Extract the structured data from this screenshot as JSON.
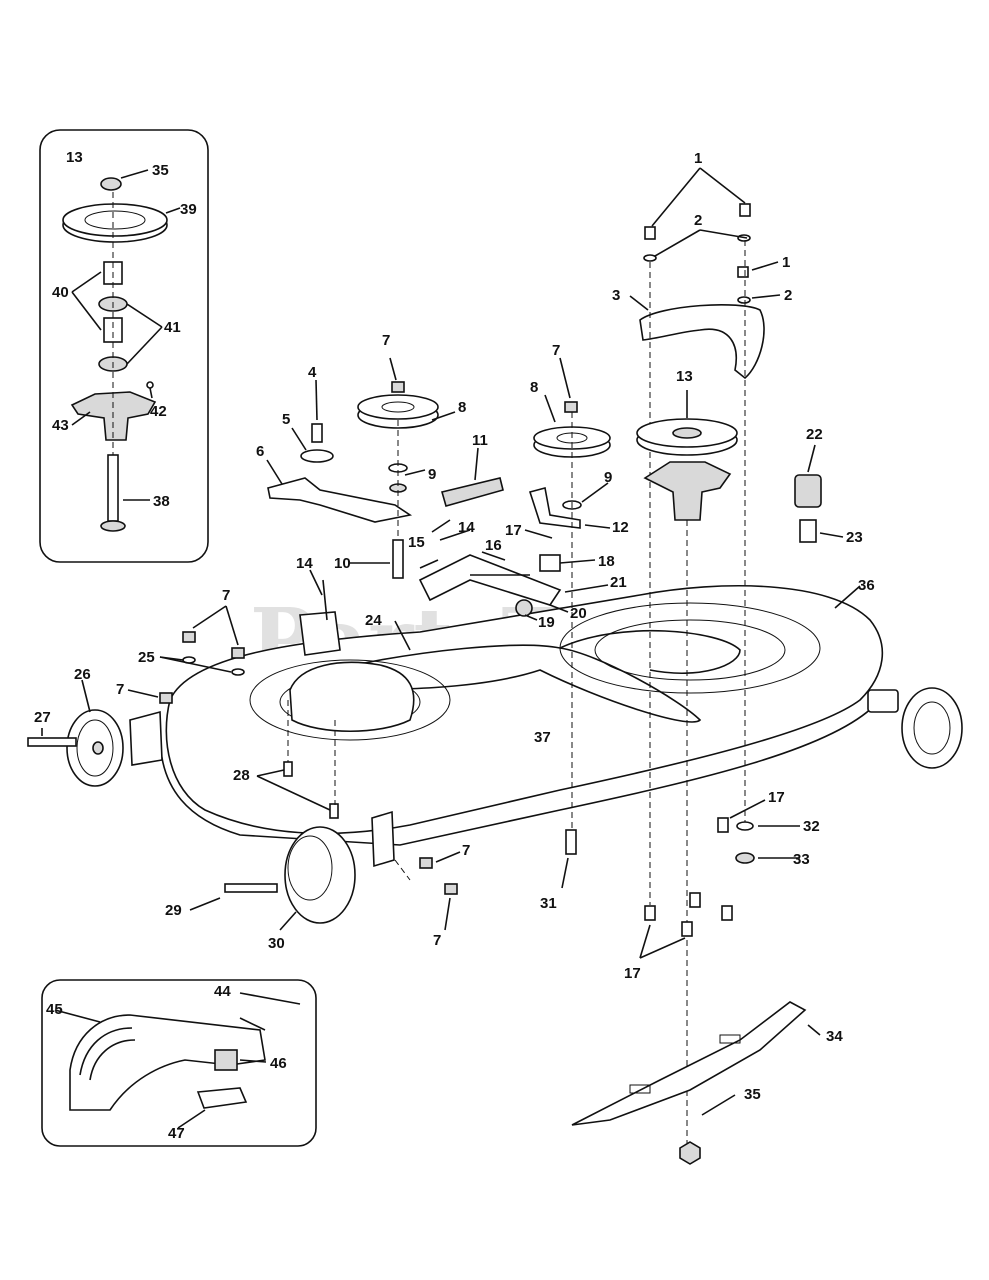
{
  "watermark": "PartsTree",
  "inset_top": {
    "header": "13"
  },
  "labels": {
    "l1a": "1",
    "l2a": "2",
    "l1b": "1",
    "l2b": "2",
    "l3": "3",
    "l13": "13",
    "l22": "22",
    "l23": "23",
    "l36": "36",
    "l7a": "7",
    "l8a": "8",
    "l9a": "9",
    "l4": "4",
    "l5": "5",
    "l6": "6",
    "l10": "10",
    "l11": "11",
    "l14a": "14",
    "l14b": "14",
    "l15": "15",
    "l16": "16",
    "l7b": "7",
    "l8b": "8",
    "l9b": "9",
    "l12": "12",
    "l17a": "17",
    "l18": "18",
    "l21": "21",
    "l20": "20",
    "l19": "19",
    "l24": "24",
    "l7c": "7",
    "l25": "25",
    "l26": "26",
    "l7d": "7",
    "l27": "27",
    "l28": "28",
    "l37": "37",
    "l17b": "17",
    "l32": "32",
    "l33": "33",
    "l31": "31",
    "l7e": "7",
    "l29": "29",
    "l30": "30",
    "l7f": "7",
    "l17c": "17",
    "l34": "34",
    "l35b": "35",
    "l35a": "35",
    "l39": "39",
    "l40": "40",
    "l41": "41",
    "l42": "42",
    "l43": "43",
    "l38": "38",
    "l44": "44",
    "l45": "45",
    "l46": "46",
    "l47": "47"
  }
}
